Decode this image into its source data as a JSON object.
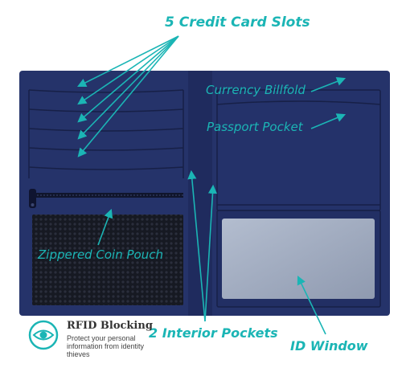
{
  "labels": {
    "credit_card_slots": "5 Credit Card Slots",
    "currency_billfold": "Currency Billfold",
    "passport_pocket": "Passport Pocket",
    "zippered_coin_pouch": "Zippered Coin Pouch",
    "interior_pockets": "2 Interior Pockets",
    "id_window": "ID Window"
  },
  "rfid": {
    "title": "RFID Blocking",
    "description": "Protect your personal information from identity thieves",
    "icon": "eye-shield-icon"
  },
  "colors": {
    "accent": "#1bb5b5",
    "leather": "#25336a",
    "leather_dark": "#1b2552",
    "mesh": "#1a1d28",
    "window": "#a3aec2",
    "background": "#ffffff"
  }
}
